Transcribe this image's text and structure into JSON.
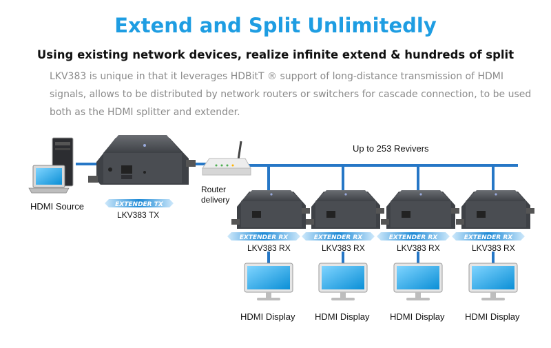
{
  "header": {
    "title": "Extend and Split Unlimitedly",
    "subtitle": "Using existing network devices, realize infinite extend & hundreds of split",
    "description": "LKV383 is unique in that it leverages HDBitT ® support of long-distance transmission of HDMI signals, allows to be distributed by network routers or switchers for cascade connection, to be used both as the HDMI splitter and extender."
  },
  "diagram": {
    "source_label": "HDMI Source",
    "tx_label": "LKV383 TX",
    "tx_badge": "EXTENDER TX",
    "router_label_line1": "Router",
    "router_label_line2": "delivery",
    "receivers_caption": "Up to 253 Revivers",
    "receivers": [
      {
        "badge": "EXTENDER RX",
        "label": "LKV383 RX",
        "display": "HDMI Display"
      },
      {
        "badge": "EXTENDER RX",
        "label": "LKV383 RX",
        "display": "HDMI Display"
      },
      {
        "badge": "EXTENDER RX",
        "label": "LKV383 RX",
        "display": "HDMI Display"
      },
      {
        "badge": "EXTENDER RX",
        "label": "LKV383 RX",
        "display": "HDMI Display"
      }
    ],
    "colors": {
      "accent": "#1e9de2",
      "cable": "#2677c6",
      "device_body": "#4a4d52",
      "screen": "#12a6e8"
    },
    "icons": [
      "pc-tower-icon",
      "laptop-icon",
      "router-icon",
      "extender-device-icon",
      "monitor-icon"
    ]
  }
}
